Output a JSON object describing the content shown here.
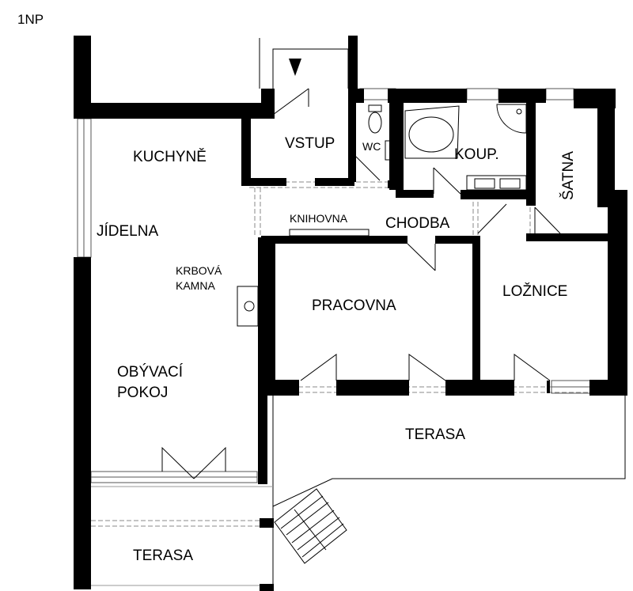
{
  "floor_label": "1NP",
  "rooms": {
    "kitchen": "KUCHYNĚ",
    "dining": "JÍDELNA",
    "fireplace_line1": "KRBOVÁ",
    "fireplace_line2": "KAMNA",
    "living_line1": "OBÝVACÍ",
    "living_line2": "POKOJ",
    "entrance": "VSTUP",
    "wc": "WC",
    "bathroom": "KOUP.",
    "wardrobe": "ŠATNA",
    "library": "KNIHOVNA",
    "corridor": "CHODBA",
    "study": "PRACOVNA",
    "bedroom": "LOŽNICE",
    "terrace_east": "TERASA",
    "terrace_south": "TERASA"
  }
}
